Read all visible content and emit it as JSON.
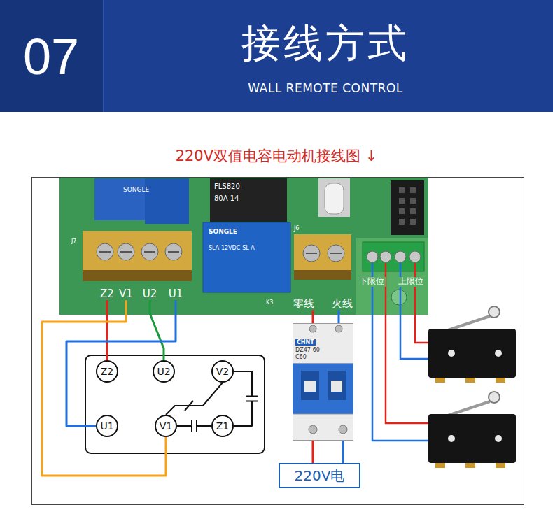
{
  "diagram": {
    "title": "接线方式",
    "nodes": [
      {
        "text": [
          "Z2"
        ]
      },
      {
        "text": [
          "V1"
        ]
      },
      {
        "text": [
          "U2"
        ]
      },
      {
        "text": [
          "U1"
        ]
      },
      {
        "text": [
          "零线"
        ]
      },
      {
        "text": [
          "火线"
        ]
      },
      {
        "text": [
          "下限位"
        ]
      },
      {
        "text": [
          "上限位"
        ]
      },
      {
        "text": [
          "Z2"
        ]
      },
      {
        "text": [
          "U2"
        ]
      },
      {
        "text": [
          "V2"
        ]
      },
      {
        "text": [
          "U1"
        ]
      },
      {
        "text": [
          "V1"
        ]
      },
      {
        "text": [
          "Z1"
        ]
      },
      {
        "text": [
          "CHNT",
          "DZ47-60",
          "C60"
        ]
      },
      {
        "text": [
          "220V电"
        ]
      }
    ],
    "edges": [
      {
        "from": 0,
        "to": 8,
        "arrow": "none"
      },
      {
        "from": 1,
        "to": 12,
        "arrow": "none"
      },
      {
        "from": 2,
        "to": 9,
        "arrow": "none"
      },
      {
        "from": 3,
        "to": 11,
        "arrow": "none"
      },
      {
        "from": 4,
        "to": 14,
        "arrow": "none"
      },
      {
        "from": 5,
        "to": 14,
        "arrow": "none"
      },
      {
        "from": 14,
        "to": 15,
        "arrow": "none"
      },
      {
        "from": 14,
        "to": 15,
        "arrow": "none"
      },
      {
        "from": 12,
        "to": 13,
        "arrow": "none"
      },
      {
        "from": 10,
        "to": 13,
        "arrow": "none"
      },
      {
        "from": 12,
        "to": 10,
        "arrow": "none"
      }
    ],
    "labels": [
      "07",
      "WALL REMOTE CONTROL",
      "220V双值电容电动机接线图 ↓",
      "SONGLE",
      "SONGLE",
      "SLA-12VDC-SL-A",
      "K3",
      "J6",
      "J7",
      "FLS820-",
      "80A 14"
    ]
  }
}
